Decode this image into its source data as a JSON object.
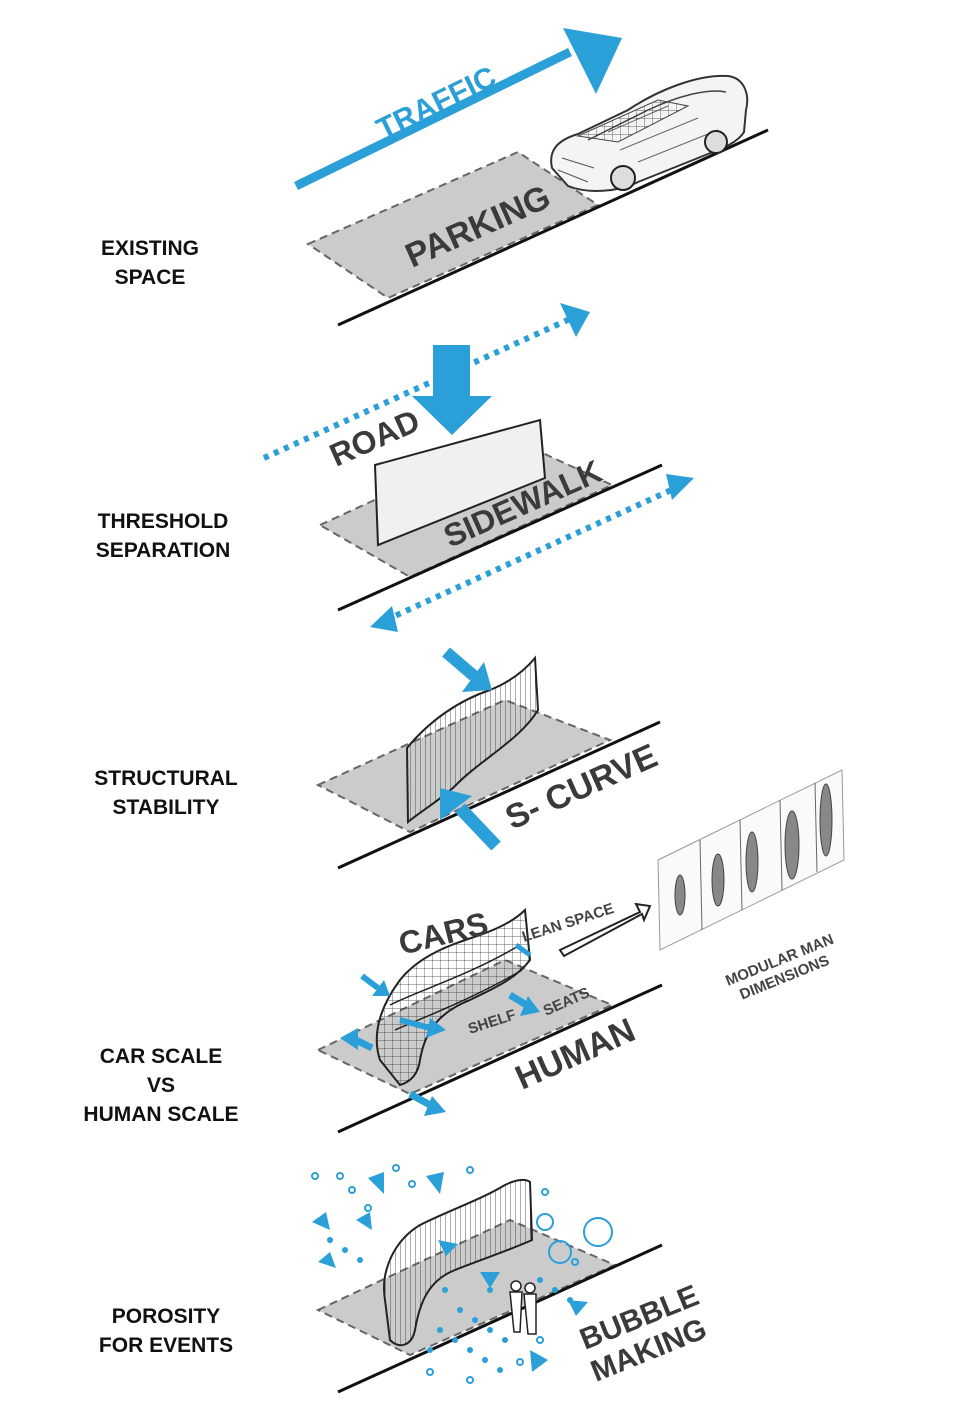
{
  "colors": {
    "accent_blue": "#2b9fd8",
    "plane_gray": "#cbcbcb",
    "line_dark": "#111111",
    "panel_light": "#f0f0f0"
  },
  "icons": [
    "car-sketch",
    "modular-man-sketch",
    "people-silhouettes",
    "bubbles"
  ],
  "stages": [
    {
      "label": "EXISTING\nSPACE",
      "plane_texts": [
        "PARKING"
      ],
      "traffic_label": "TRAFFIC"
    },
    {
      "label": "THRESHOLD\nSEPARATION",
      "plane_texts": [
        "ROAD",
        "SIDEWALK"
      ]
    },
    {
      "label": "STRUCTURAL\nSTABILITY",
      "plane_texts": [
        "S- CURVE"
      ]
    },
    {
      "label": "CAR SCALE\nVS\nHUMAN SCALE",
      "plane_texts": [
        "CARS",
        "HUMAN"
      ],
      "annotations": [
        "LEAN SPACE",
        "SEATS",
        "SHELF"
      ],
      "reference_caption": "MODULAR MAN\nDIMENSIONS"
    },
    {
      "label": "POROSITY\nFOR  EVENTS",
      "plane_texts": [
        "BUBBLE",
        "MAKING"
      ]
    }
  ]
}
